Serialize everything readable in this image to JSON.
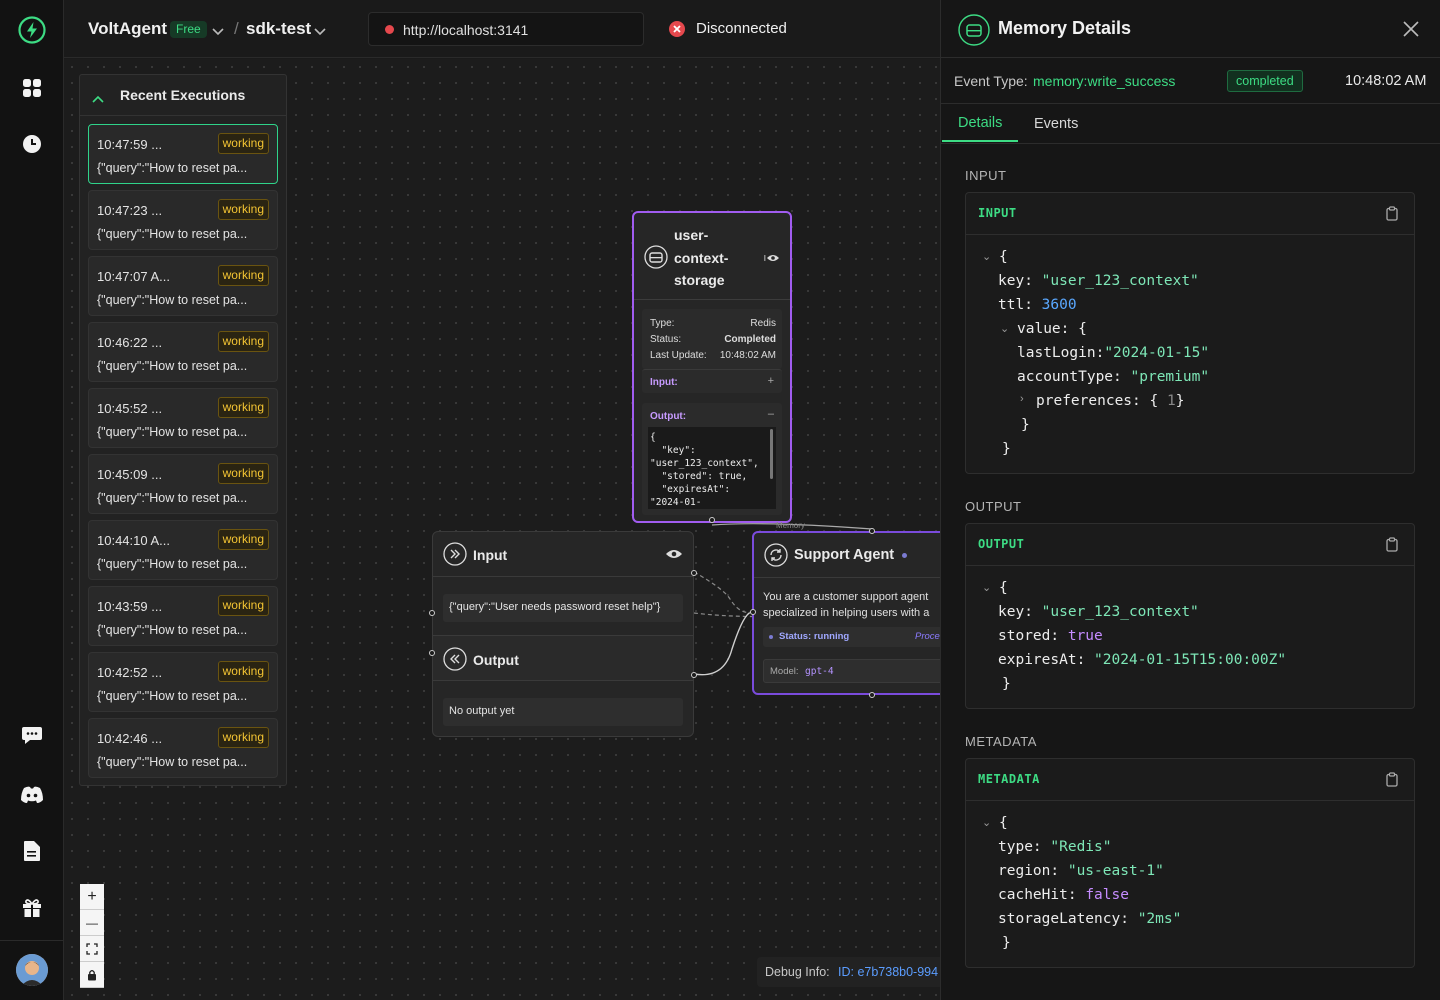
{
  "app": {
    "name": "VoltAgent",
    "plan": "Free",
    "project": "sdk-test",
    "url": "http://localhost:3141",
    "connection": "Disconnected",
    "separator": "/"
  },
  "colors": {
    "accent": "#3ddc84",
    "working": "#f3c433",
    "purple": "#a15cf0",
    "error": "#e5484d"
  },
  "rail": {
    "icons": [
      "volt-logo-icon",
      "grid-icon",
      "clock-icon",
      "chat-icon",
      "discord-icon",
      "document-icon",
      "gift-icon",
      "avatar"
    ]
  },
  "executions": {
    "title": "Recent Executions",
    "items": [
      {
        "time": "10:47:59 ...",
        "status": "working",
        "query": "{\"query\":\"How to reset pa..."
      },
      {
        "time": "10:47:23 ...",
        "status": "working",
        "query": "{\"query\":\"How to reset pa..."
      },
      {
        "time": "10:47:07 A...",
        "status": "working",
        "query": "{\"query\":\"How to reset pa..."
      },
      {
        "time": "10:46:22 ...",
        "status": "working",
        "query": "{\"query\":\"How to reset pa..."
      },
      {
        "time": "10:45:52 ...",
        "status": "working",
        "query": "{\"query\":\"How to reset pa..."
      },
      {
        "time": "10:45:09 ...",
        "status": "working",
        "query": "{\"query\":\"How to reset pa..."
      },
      {
        "time": "10:44:10 A...",
        "status": "working",
        "query": "{\"query\":\"How to reset pa..."
      },
      {
        "time": "10:43:59 ...",
        "status": "working",
        "query": "{\"query\":\"How to reset pa..."
      },
      {
        "time": "10:42:52 ...",
        "status": "working",
        "query": "{\"query\":\"How to reset pa..."
      },
      {
        "time": "10:42:46 ...",
        "status": "working",
        "query": "{\"query\":\"How to reset pa..."
      }
    ]
  },
  "memory_node": {
    "title_lines": [
      "user-",
      "context-",
      "storage"
    ],
    "type_label": "Type:",
    "type_value": "Redis",
    "status_label": "Status:",
    "status_value": "Completed",
    "update_label": "Last Update:",
    "update_value": "10:48:02 AM",
    "input_label": "Input:",
    "input_toggle": "+",
    "output_label": "Output:",
    "output_toggle": "–",
    "output_lines": [
      "{",
      "  \"key\":",
      "\"user_123_context\",",
      "  \"stored\": true,",
      "  \"expiresAt\":",
      "\"2024-01-"
    ],
    "edge_label": "Memory"
  },
  "io_node": {
    "input_title": "Input",
    "input_value": "{\"query\":\"User needs password reset help\"}",
    "output_title": "Output",
    "output_value": "No output yet"
  },
  "agent_node": {
    "title": "Support Agent",
    "desc_lines": [
      "You are a customer support agent",
      "specialized in helping users with a"
    ],
    "status": "Status: running",
    "status_right": "Proce",
    "model_label": "Model:",
    "model_value": "gpt-4"
  },
  "zoom": {
    "plus": "+",
    "minus": "—"
  },
  "debug": {
    "label": "Debug Info:",
    "id": "ID: e7b738b0-994"
  },
  "panel": {
    "title": "Memory Details",
    "event_label": "Event Type:",
    "event_value": "memory:write_success",
    "status": "completed",
    "time": "10:48:02 AM",
    "tabs": [
      "Details",
      "Events"
    ],
    "input_section": "INPUT",
    "input_box": "INPUT",
    "output_section": "OUTPUT",
    "output_box": "OUTPUT",
    "metadata_section": "METADATA",
    "metadata_box": "METADATA",
    "json": {
      "open": "{",
      "close": "}",
      "key_k": "key:",
      "key_v": "\"user_123_context\"",
      "ttl_k": "ttl:",
      "ttl_v": "3600",
      "value_k": "value:",
      "lastLogin_k": "lastLogin:",
      "lastLogin_v": "\"2024-01-15\"",
      "accountType_k": "accountType:",
      "accountType_v": "\"premium\"",
      "pref_k": "preferences:",
      "pref_v": "1",
      "stored_k": "stored:",
      "stored_v": "true",
      "expires_k": "expiresAt:",
      "expires_v": "\"2024-01-15T15:00:00Z\"",
      "type_k": "type:",
      "type_v": "\"Redis\"",
      "region_k": "region:",
      "region_v": "\"us-east-1\"",
      "cache_k": "cacheHit:",
      "cache_v": "false",
      "latency_k": "storageLatency:",
      "latency_v": "\"2ms\""
    }
  }
}
